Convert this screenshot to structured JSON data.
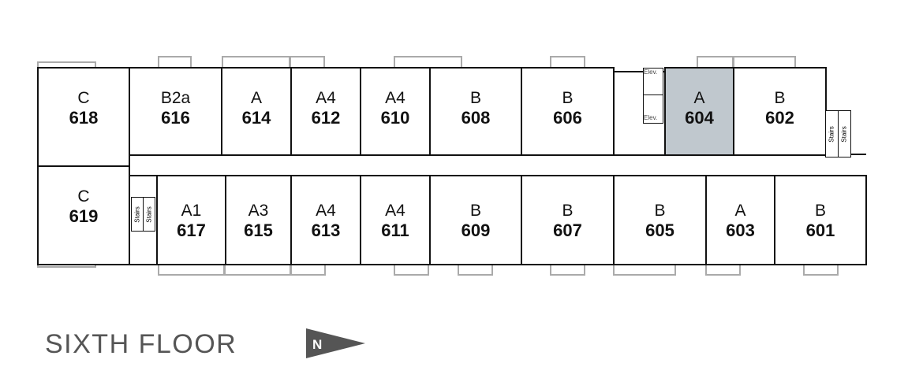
{
  "floor_title": "SIXTH FLOOR",
  "north_label": "N",
  "highlight_color": "#c0c8ce",
  "units": [
    {
      "type": "C",
      "number": "618"
    },
    {
      "type": "B2a",
      "number": "616"
    },
    {
      "type": "A",
      "number": "614"
    },
    {
      "type": "A4",
      "number": "612"
    },
    {
      "type": "A4",
      "number": "610"
    },
    {
      "type": "B",
      "number": "608"
    },
    {
      "type": "B",
      "number": "606"
    },
    {
      "type": "A",
      "number": "604",
      "selected": true
    },
    {
      "type": "B",
      "number": "602"
    },
    {
      "type": "C",
      "number": "619"
    },
    {
      "type": "A1",
      "number": "617"
    },
    {
      "type": "A3",
      "number": "615"
    },
    {
      "type": "A4",
      "number": "613"
    },
    {
      "type": "A4",
      "number": "611"
    },
    {
      "type": "B",
      "number": "609"
    },
    {
      "type": "B",
      "number": "607"
    },
    {
      "type": "B",
      "number": "605"
    },
    {
      "type": "A",
      "number": "603"
    },
    {
      "type": "B",
      "number": "601"
    }
  ],
  "labels": {
    "stairs": "Stairs",
    "elevator": "Elev."
  }
}
